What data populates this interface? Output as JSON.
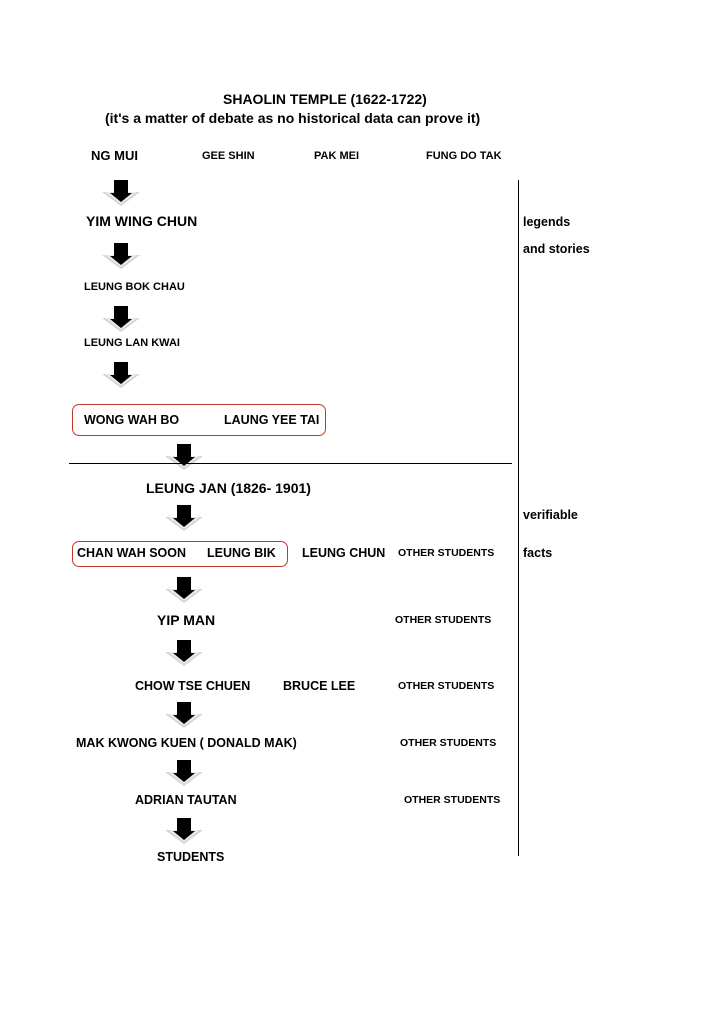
{
  "title": "SHAOLIN TEMPLE (1622-1722)",
  "subtitle": "(it's a matter of debate as no historical data can prove it)",
  "founders": [
    "NG MUI",
    "GEE SHIN",
    "PAK MEI",
    "FUNG DO TAK"
  ],
  "lineage": {
    "yim_wing_chun": "YIM WING CHUN",
    "leung_bok_chau": "LEUNG BOK CHAU",
    "leung_lan_kwai": "LEUNG LAN KWAI",
    "wong_wah_bo": "WONG WAH BO",
    "laung_yee_tai": "LAUNG YEE TAI",
    "leung_jan": "LEUNG JAN (1826- 1901)",
    "chan_wah_soon": "CHAN WAH SOON",
    "leung_bik": "LEUNG BIK",
    "leung_chun": "LEUNG CHUN",
    "yip_man": "YIP MAN",
    "chow_tse_chuen": "CHOW TSE CHUEN",
    "bruce_lee": "BRUCE LEE",
    "mak_kwong_kuen": "MAK KWONG KUEN ( DONALD MAK)",
    "adrian_tautan": "ADRIAN TAUTAN",
    "students": "STUDENTS"
  },
  "other_students": [
    "OTHER STUDENTS",
    "OTHER STUDENTS",
    "OTHER STUDENTS",
    "OTHER STUDENTS",
    "OTHER STUDENTS"
  ],
  "side_labels": {
    "legends": "legends",
    "and_stories": "and stories",
    "verifiable": "verifiable",
    "facts": "facts"
  },
  "colors": {
    "box_border": "#c0392b",
    "arrow": "#000000",
    "arrow_shadow": "#cfcfcf"
  }
}
